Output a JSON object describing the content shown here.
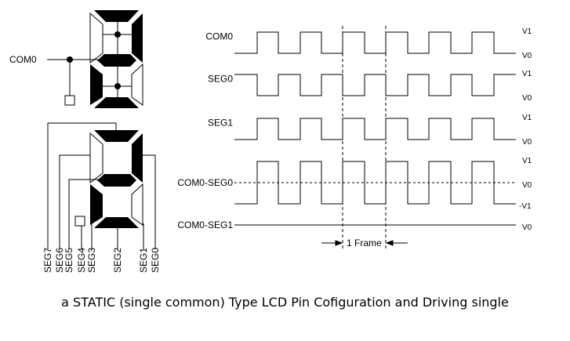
{
  "left_diagram": {
    "com_label": "COM0",
    "seg_labels": [
      "SEG7",
      "SEG6",
      "SEG5",
      "SEG4",
      "SEG3",
      "SEG2",
      "SEG1",
      "SEG0"
    ]
  },
  "waveforms": [
    {
      "label": "COM0",
      "levels": [
        "V1",
        "V0"
      ],
      "pattern": "low-start"
    },
    {
      "label": "SEG0",
      "levels": [
        "V1",
        "V0"
      ],
      "pattern": "high-start"
    },
    {
      "label": "SEG1",
      "levels": [
        "V1",
        "V0"
      ],
      "pattern": "low-start"
    },
    {
      "label": "COM0-SEG0",
      "levels": [
        "V1",
        "V0",
        "-V1"
      ],
      "pattern": "bipolar"
    },
    {
      "label": "COM0-SEG1",
      "levels": [
        "V0"
      ],
      "pattern": "flat"
    }
  ],
  "frame_label": "1 Frame",
  "caption": "a STATIC (single common) Type LCD Pin Cofiguration and Driving single"
}
